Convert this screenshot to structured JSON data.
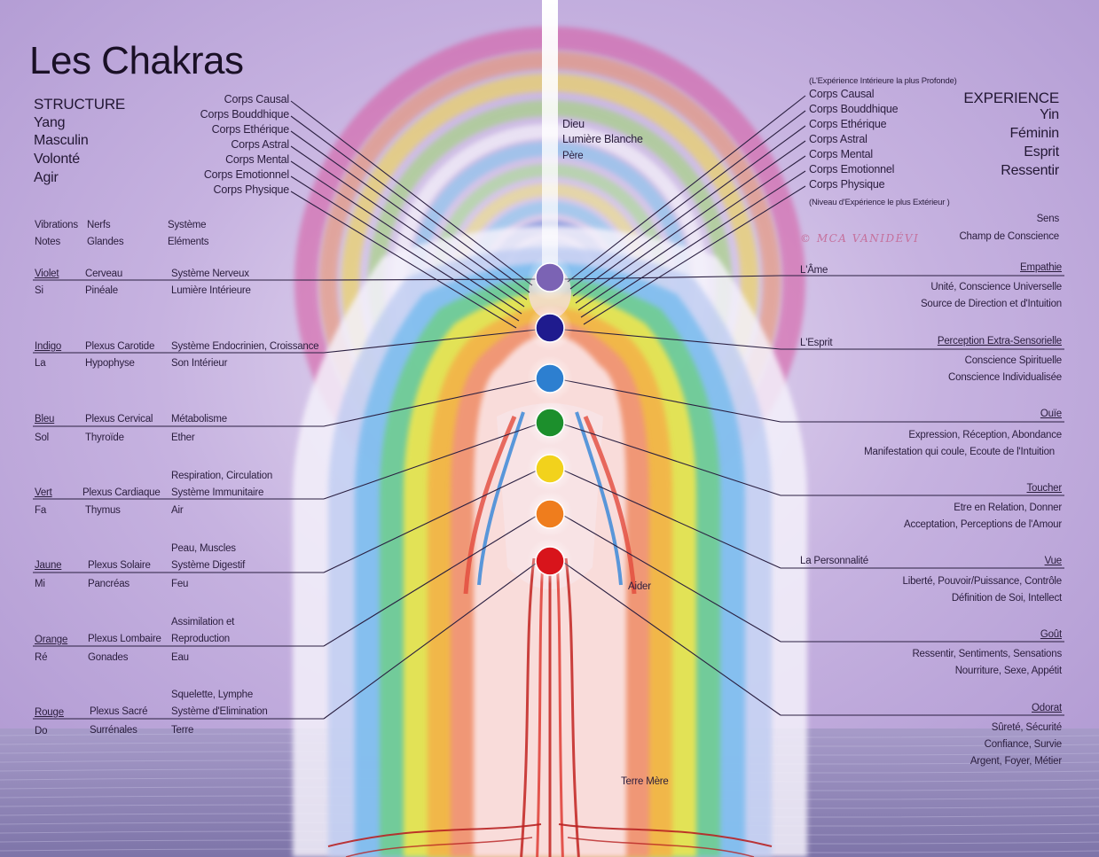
{
  "title": "Les Chakras",
  "structure": {
    "heading": "STRUCTURE",
    "items": [
      "Yang",
      "Masculin",
      "Volonté",
      "Agir"
    ]
  },
  "experience": {
    "heading": "EXPERIENCE",
    "items": [
      "Yin",
      "Féminin",
      "Esprit",
      "Ressentir"
    ]
  },
  "bodies_left": [
    "Corps Causal",
    "Corps Bouddhique",
    "Corps Ethérique",
    "Corps Astral",
    "Corps Mental",
    "Corps Emotionnel",
    "Corps Physique"
  ],
  "bodies_right": [
    "Corps Causal",
    "Corps Bouddhique",
    "Corps Ethérique",
    "Corps Astral",
    "Corps Mental",
    "Corps Emotionnel",
    "Corps Physique"
  ],
  "right_top_note": "(L'Expérience Intérieure la plus Profonde)",
  "right_bottom_note": "(Niveau d'Expérience le plus Extérieur )",
  "center": {
    "dieu": "Dieu",
    "lumiere": "Lumière Blanche",
    "pere": "Père",
    "terre_mere": "Terre Mère",
    "aider": "Aider"
  },
  "watermark": "© MCA VANIDÉVI",
  "left_headers": {
    "vibrations": "Vibrations",
    "notes": "Notes",
    "nerfs": "Nerfs",
    "glandes": "Glandes",
    "systeme": "Système",
    "elements": "Eléments"
  },
  "right_headers": {
    "sens": "Sens",
    "champ": "Champ de Conscience"
  },
  "left_rows": [
    {
      "color": "Violet",
      "note": "Si",
      "nerve": "Cerveau",
      "gland": "Pinéale",
      "system": [
        "Système Nerveux"
      ],
      "element": "Lumière Intérieure"
    },
    {
      "color": "Indigo",
      "note": "La",
      "nerve": "Plexus Carotide",
      "gland": "Hypophyse",
      "system": [
        "Système Endocrinien, Croissance"
      ],
      "element": "Son Intérieur"
    },
    {
      "color": "Bleu",
      "note": "Sol",
      "nerve": "Plexus Cervical",
      "gland": "Thyroïde",
      "system": [
        "Métabolisme"
      ],
      "element": "Ether"
    },
    {
      "color": "Vert",
      "note": "Fa",
      "nerve": "Plexus Cardiaque",
      "gland": "Thymus",
      "system": [
        "Respiration, Circulation",
        "Système Immunitaire"
      ],
      "element": "Air"
    },
    {
      "color": "Jaune",
      "note": "Mi",
      "nerve": "Plexus Solaire",
      "gland": "Pancréas",
      "system": [
        "Peau, Muscles",
        "Système Digestif"
      ],
      "element": "Feu"
    },
    {
      "color": "Orange",
      "note": "Ré",
      "nerve": "Plexus Lombaire",
      "gland": "Gonades",
      "system": [
        "Assimilation et",
        "Reproduction"
      ],
      "element": "Eau"
    },
    {
      "color": "Rouge",
      "note": "Do",
      "nerve": "Plexus Sacré",
      "gland": "Surrénales",
      "system": [
        "Squelette, Lymphe",
        "Système d'Elimination"
      ],
      "element": "Terre"
    }
  ],
  "right_rows": [
    {
      "sense": "Empathie",
      "lines": [
        "Unité, Conscience Universelle",
        "Source de Direction et d'Intuition"
      ]
    },
    {
      "sense": "Perception Extra-Sensorielle",
      "lines": [
        "Conscience Spirituelle",
        "Conscience Individualisée"
      ]
    },
    {
      "sense": "Ouïe",
      "lines": [
        "Expression, Réception, Abondance",
        "Manifestation qui coule, Ecoute de l'Intuition"
      ]
    },
    {
      "sense": "Toucher",
      "lines": [
        "Etre en Relation, Donner",
        "Acceptation, Perceptions de l'Amour"
      ]
    },
    {
      "sense": "Vue",
      "lines": [
        "Liberté, Pouvoir/Puissance, Contrôle",
        "Définition de Soi, Intellect"
      ]
    },
    {
      "sense": "Goût",
      "lines": [
        "Ressentir, Sentiments, Sensations",
        "Nourriture, Sexe, Appétit"
      ]
    },
    {
      "sense": "Odorat",
      "lines": [
        "Sûreté, Sécurité",
        "Confiance, Survie",
        "Argent, Foyer, Métier"
      ]
    }
  ],
  "right_labels": {
    "ame": "L'Âme",
    "esprit": "L'Esprit",
    "personnalite": "La Personnalité"
  },
  "chakra_colors": [
    "#7b63b4",
    "#1f1b8e",
    "#2d7fd0",
    "#1c8f2c",
    "#f2d21c",
    "#ef7d1d",
    "#d8141b"
  ],
  "colors": {
    "background": "#b8a3d8",
    "sea": "#8e86b5",
    "line": "#2a1f40"
  }
}
